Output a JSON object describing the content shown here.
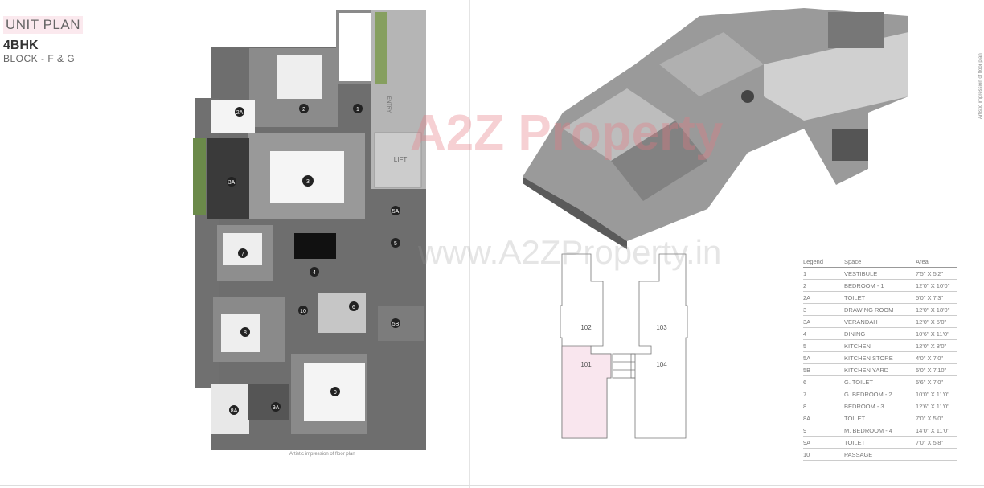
{
  "header": {
    "title": "UNIT PLAN",
    "unit_type": "4BHK",
    "block": "BLOCK - F & G"
  },
  "floor_plan": {
    "rooms": [
      "1",
      "2",
      "2A",
      "3",
      "3A",
      "4",
      "5",
      "5A",
      "5B",
      "6",
      "7",
      "8",
      "8A",
      "9",
      "9A",
      "10"
    ],
    "lift_label": "LIFT",
    "entry_label": "ENTRY",
    "caption": "Artistic impression of floor plan"
  },
  "render_caption": "Artistic impression of floor plan",
  "key_plan": {
    "units": [
      "102",
      "103",
      "101",
      "104"
    ],
    "highlighted": "101",
    "highlight_color": "#f9e6ee"
  },
  "legend": {
    "headers": [
      "Legend",
      "Space",
      "Area"
    ],
    "rows": [
      [
        "1",
        "VESTIBULE",
        "7'5\" X 5'2\""
      ],
      [
        "2",
        "BEDROOM - 1",
        "12'0\" X 10'0\""
      ],
      [
        "2A",
        "TOILET",
        "5'0\" X 7'3\""
      ],
      [
        "3",
        "DRAWING ROOM",
        "12'0\" X 18'0\""
      ],
      [
        "3A",
        "VERANDAH",
        "12'0\" X 5'0\""
      ],
      [
        "4",
        "DINING",
        "10'6\" X 11'0\""
      ],
      [
        "5",
        "KITCHEN",
        "12'0\" X 8'0\""
      ],
      [
        "5A",
        "KITCHEN STORE",
        "4'0\" X 7'0\""
      ],
      [
        "5B",
        "KITCHEN YARD",
        "5'0\" X 7'10\""
      ],
      [
        "6",
        "G. TOILET",
        "5'6\" X 7'0\""
      ],
      [
        "7",
        "G. BEDROOM - 2",
        "10'0\" X 11'0\""
      ],
      [
        "8",
        "BEDROOM - 3",
        "12'6\" X 11'0\""
      ],
      [
        "8A",
        "TOILET",
        "7'0\" X 5'0\""
      ],
      [
        "9",
        "M. BEDROOM - 4",
        "14'0\" X 11'0\""
      ],
      [
        "9A",
        "TOILET",
        "7'0\" X 5'8\""
      ],
      [
        "10",
        "PASSAGE",
        ""
      ]
    ]
  },
  "watermark": {
    "logo": "A2Z Property",
    "url": "www.A2ZProperty.in"
  }
}
